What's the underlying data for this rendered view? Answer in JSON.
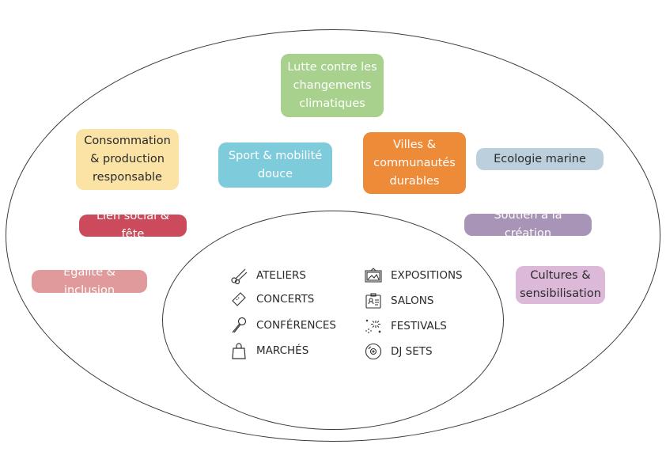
{
  "themes": [
    {
      "id": "climat",
      "lines": [
        "Lutte contre les",
        "changements",
        "climatiques"
      ],
      "color": "#a9d18e",
      "text_color": "#ffffff"
    },
    {
      "id": "consommation",
      "lines": [
        "Consommation",
        "& production",
        "responsable"
      ],
      "color": "#fbe3a6",
      "text_color": "#2b2b2b"
    },
    {
      "id": "sport",
      "lines": [
        "Sport & mobilité",
        "douce"
      ],
      "color": "#7ecbdc",
      "text_color": "#ffffff"
    },
    {
      "id": "villes",
      "lines": [
        "Villes &",
        "communautés",
        "durables"
      ],
      "color": "#ed8b38",
      "text_color": "#ffffff"
    },
    {
      "id": "ecologie",
      "lines": [
        "Ecologie marine"
      ],
      "color": "#bccfdc",
      "text_color": "#2b2b2b"
    },
    {
      "id": "lien",
      "lines": [
        "Lien social & fête"
      ],
      "color": "#cb4b5c",
      "text_color": "#ffffff"
    },
    {
      "id": "soutien",
      "lines": [
        "Soutien à la création"
      ],
      "color": "#a894b6",
      "text_color": "#ffffff"
    },
    {
      "id": "egalite",
      "lines": [
        "Égalité & inclusion"
      ],
      "color": "#e19a9b",
      "text_color": "#ffffff"
    },
    {
      "id": "cultures",
      "lines": [
        "Cultures &",
        "sensibilisation"
      ],
      "color": "#dcb9d9",
      "text_color": "#2b2b2b"
    }
  ],
  "activities": [
    {
      "label": "ATELIERS",
      "icon": "scissors-icon"
    },
    {
      "label": "CONCERTS",
      "icon": "ticket-icon"
    },
    {
      "label": "CONFÉRENCES",
      "icon": "microphone-icon"
    },
    {
      "label": "MARCHÉS",
      "icon": "shopping-bag-icon"
    },
    {
      "label": "EXPOSITIONS",
      "icon": "framed-picture-icon"
    },
    {
      "label": "SALONS",
      "icon": "badge-icon"
    },
    {
      "label": "FESTIVALS",
      "icon": "fireworks-icon"
    },
    {
      "label": "DJ SETS",
      "icon": "vinyl-disc-icon"
    }
  ]
}
